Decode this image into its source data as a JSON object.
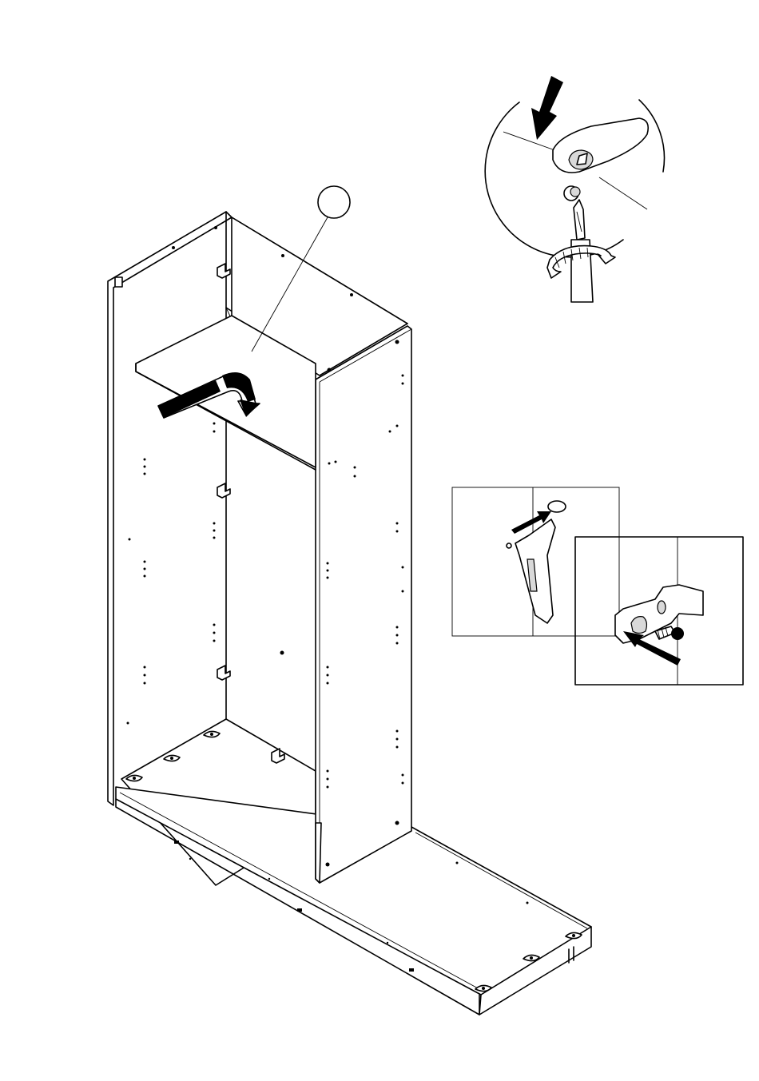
{
  "diagram": {
    "type": "assembly-instruction",
    "parts": [
      {
        "name": "wardrobe-carcass"
      },
      {
        "name": "shelf-panel"
      },
      {
        "name": "cam-lock-detail"
      },
      {
        "name": "shelf-support-detail"
      },
      {
        "name": "screw-detail"
      }
    ],
    "colors": {
      "line": "#000000",
      "fill": "#ffffff",
      "shade": "#d9d9d9"
    },
    "icons": [
      "down-arrow-icon",
      "curved-arrow-icon",
      "rotate-arrow-icon",
      "insert-arrow-icon",
      "screwdriver-icon"
    ]
  }
}
